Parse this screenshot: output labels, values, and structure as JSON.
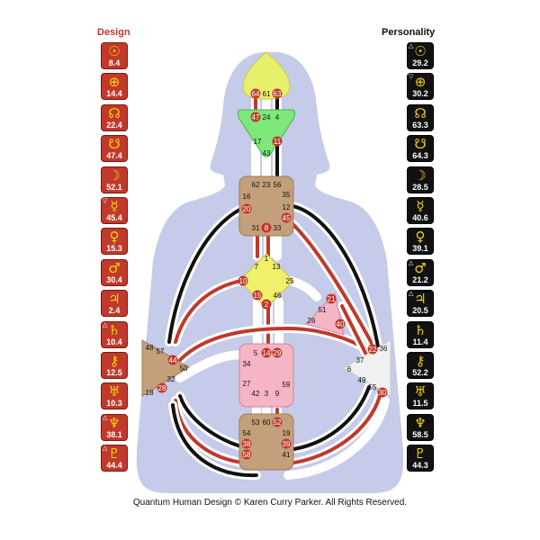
{
  "design": {
    "title": "Design",
    "planets": [
      {
        "symbol": "☉",
        "value": "8.4",
        "mark": ""
      },
      {
        "symbol": "⊕",
        "value": "14.4",
        "mark": ""
      },
      {
        "symbol": "☊",
        "value": "22.4",
        "mark": ""
      },
      {
        "symbol": "☋",
        "value": "47.4",
        "mark": ""
      },
      {
        "symbol": "☽",
        "value": "52.1",
        "mark": ""
      },
      {
        "symbol": "☿",
        "value": "45.4",
        "mark": "▽"
      },
      {
        "symbol": "♀",
        "value": "15.3",
        "mark": ""
      },
      {
        "symbol": "♂",
        "value": "30.4",
        "mark": ""
      },
      {
        "symbol": "♃",
        "value": "2.4",
        "mark": ""
      },
      {
        "symbol": "♄",
        "value": "10.4",
        "mark": "△"
      },
      {
        "symbol": "⚷",
        "value": "12.5",
        "mark": ""
      },
      {
        "symbol": "♅",
        "value": "10.3",
        "mark": ""
      },
      {
        "symbol": "♆",
        "value": "38.1",
        "mark": "△"
      },
      {
        "symbol": "♇",
        "value": "44.4",
        "mark": "△"
      }
    ]
  },
  "personality": {
    "title": "Personality",
    "planets": [
      {
        "symbol": "☉",
        "value": "29.2",
        "mark": "△"
      },
      {
        "symbol": "⊕",
        "value": "30.2",
        "mark": "▽"
      },
      {
        "symbol": "☊",
        "value": "63.3",
        "mark": ""
      },
      {
        "symbol": "☋",
        "value": "64.3",
        "mark": ""
      },
      {
        "symbol": "☽",
        "value": "28.5",
        "mark": ""
      },
      {
        "symbol": "☿",
        "value": "40.6",
        "mark": ""
      },
      {
        "symbol": "♀",
        "value": "39.1",
        "mark": ""
      },
      {
        "symbol": "♂",
        "value": "21.2",
        "mark": "△"
      },
      {
        "symbol": "♃",
        "value": "20.5",
        "mark": "△"
      },
      {
        "symbol": "♄",
        "value": "11.4",
        "mark": ""
      },
      {
        "symbol": "⚷",
        "value": "52.2",
        "mark": ""
      },
      {
        "symbol": "♅",
        "value": "11.5",
        "mark": ""
      },
      {
        "symbol": "♆",
        "value": "58.5",
        "mark": ""
      },
      {
        "symbol": "♇",
        "value": "44.3",
        "mark": ""
      }
    ]
  },
  "centers": {
    "head": {
      "gates": [
        "64",
        "61",
        "63"
      ]
    },
    "ajna": {
      "gates": [
        "47",
        "24",
        "4",
        "17",
        "11",
        "43"
      ]
    },
    "throat": {
      "gates": [
        "62",
        "23",
        "56",
        "16",
        "35",
        "12",
        "20",
        "45",
        "31",
        "8",
        "33"
      ]
    },
    "g": {
      "gates": [
        "1",
        "7",
        "13",
        "10",
        "25",
        "15",
        "2",
        "46"
      ]
    },
    "heart": {
      "gates": [
        "21",
        "51",
        "26",
        "40"
      ]
    },
    "spleen": {
      "gates": [
        "48",
        "57",
        "44",
        "50",
        "32",
        "28",
        "18"
      ]
    },
    "sacral": {
      "gates": [
        "5",
        "14",
        "29",
        "34",
        "27",
        "42",
        "3",
        "9",
        "59"
      ]
    },
    "solar_plexus": {
      "gates": [
        "22",
        "36",
        "37",
        "6",
        "49",
        "55",
        "30"
      ]
    },
    "root": {
      "gates": [
        "53",
        "60",
        "52",
        "54",
        "19",
        "38",
        "39",
        "58",
        "41"
      ]
    }
  },
  "colors": {
    "design": "#c0392b",
    "personality": "#111111",
    "body": "#c5cbe8",
    "head": "#e8ef6a",
    "ajna": "#7ee87a",
    "g": "#f0f06a",
    "brown": "#c4a07a",
    "pink": "#f5b5c5",
    "spleen_white": "#f0f0f0"
  },
  "footer": "Quantum Human Design © Karen Curry Parker. All Rights Reserved."
}
